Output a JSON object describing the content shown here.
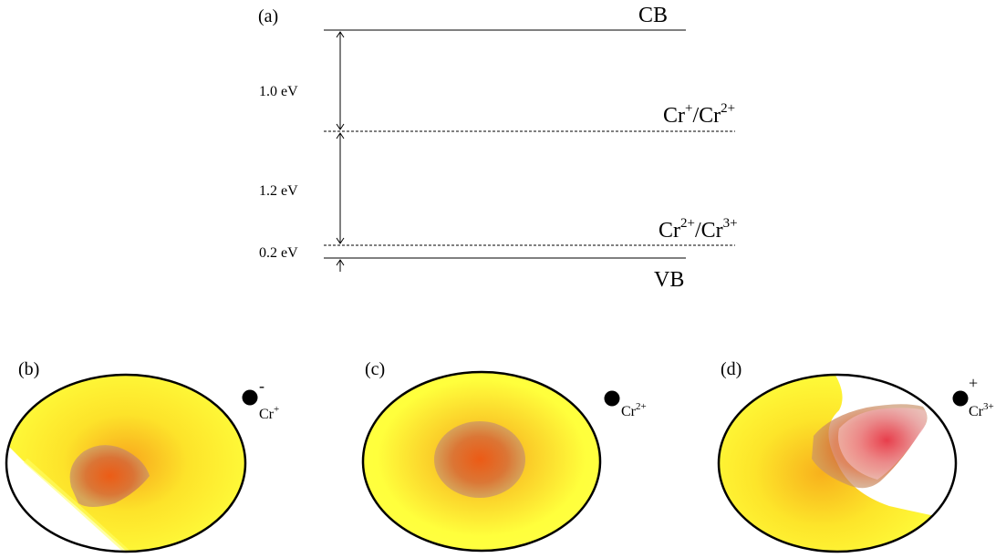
{
  "panel_a": {
    "label": "(a)",
    "levels": [
      {
        "id": "cb",
        "base": "CB",
        "sup1": "",
        "mid": "",
        "sup2": ""
      },
      {
        "id": "cr1",
        "base": "Cr",
        "sup1": "+",
        "mid": "/Cr",
        "sup2": "2+"
      },
      {
        "id": "cr2",
        "base": "Cr",
        "sup1": "2+",
        "mid": "/Cr",
        "sup2": "3+"
      },
      {
        "id": "vb",
        "base": "VB",
        "sup1": "",
        "mid": "",
        "sup2": ""
      }
    ],
    "gaps": [
      "1.0 eV",
      "1.2 eV",
      "0.2 eV"
    ]
  },
  "panel_b": {
    "label": "(b)",
    "charge": "-",
    "ion": "Cr",
    "ion_sup": "+"
  },
  "panel_c": {
    "label": "(c)",
    "charge": "",
    "ion": "Cr",
    "ion_sup": "2+"
  },
  "panel_d": {
    "label": "(d)",
    "charge": "+",
    "ion": "Cr",
    "ion_sup": "3+"
  },
  "colors": {
    "yellow": "#ffff2a",
    "orange": "#f7a11d",
    "core": "#e8541d",
    "blob": "#c1704a",
    "pink": "#f0a8b0",
    "pink_core": "#e8384a",
    "outline": "#000000",
    "dot": "#000000"
  }
}
